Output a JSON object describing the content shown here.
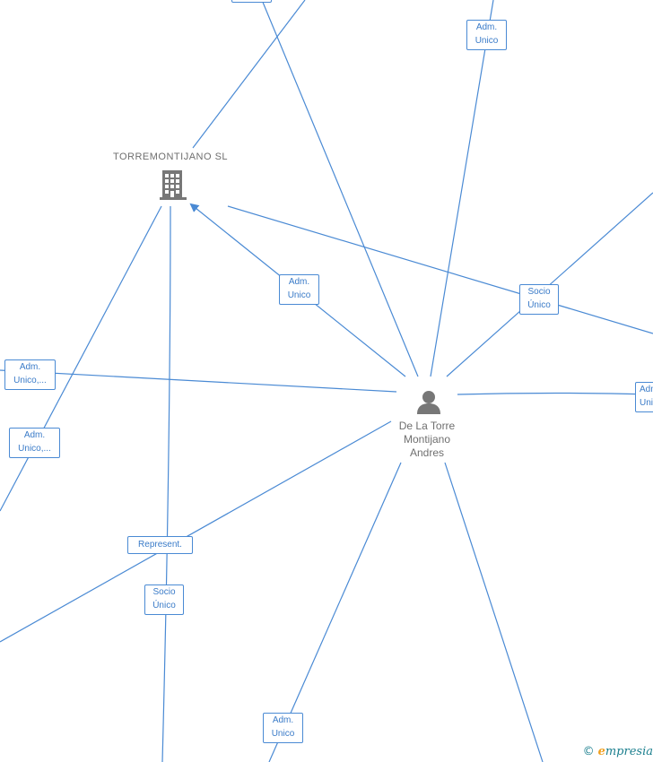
{
  "nodes": {
    "company": {
      "name": "TORREMONTIJANO SL",
      "icon": "building-icon"
    },
    "person": {
      "name": "De La Torre\nMontijano\nAndres",
      "icon": "person-icon"
    }
  },
  "relations": [
    {
      "id": "top-right",
      "label": "Adm.\nUnico"
    },
    {
      "id": "person-to-company",
      "label": "Adm.\nUnico"
    },
    {
      "id": "socio-right",
      "label": "Socio\nÚnico"
    },
    {
      "id": "left-1",
      "label": "Adm.\nUnico,..."
    },
    {
      "id": "left-2",
      "label": "Adm.\nUnico,..."
    },
    {
      "id": "far-right",
      "label": "Adm.\nUni"
    },
    {
      "id": "represent",
      "label": "Represent."
    },
    {
      "id": "socio-bottom",
      "label": "Socio\nÚnico"
    },
    {
      "id": "bottom",
      "label": "Adm.\nUnico"
    }
  ],
  "watermark": {
    "copyright": "©",
    "brand_initial": "e",
    "brand_rest": "mpresia"
  },
  "colors": {
    "edge": "#4a8ad4",
    "label_text": "#3a7bc8",
    "node_icon": "#777777"
  }
}
